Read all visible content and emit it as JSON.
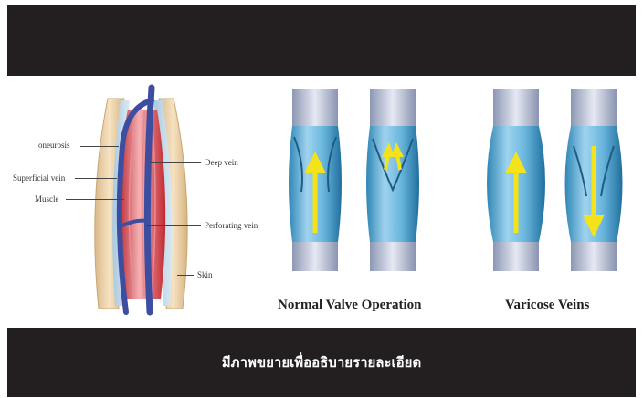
{
  "footer": {
    "caption": "มีภาพขยายเพื่ออธิบายรายละเอียด"
  },
  "anatomy": {
    "labels": {
      "aponeurosis": "oneurosis",
      "superficial_vein": "Superficial vein",
      "muscle": "Muscle",
      "deep_vein": "Deep vein",
      "perforating_vein": "Perforating vein",
      "skin": "Skin"
    }
  },
  "valves": {
    "normal_caption": "Normal Valve Operation",
    "varicose_caption": "Varicose Veins"
  }
}
